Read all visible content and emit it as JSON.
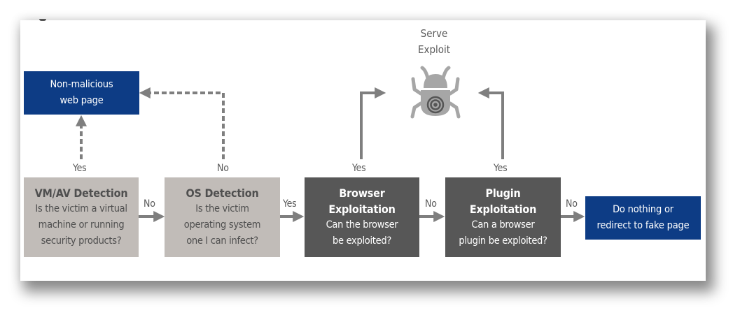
{
  "diagram": {
    "nodes": {
      "non_malicious": {
        "text": [
          "Non-malicious",
          "web page"
        ]
      },
      "vm_av": {
        "title": "VM/AV Detection",
        "question": [
          "Is the victim a virtual",
          "machine or running",
          "security products?"
        ]
      },
      "os": {
        "title": "OS Detection",
        "question": [
          "Is the victim",
          "operating system",
          "one I can infect?"
        ]
      },
      "browser": {
        "title": [
          "Browser",
          "Exploitation"
        ],
        "question": [
          "Can the browser",
          "be exploited?"
        ]
      },
      "plugin": {
        "title": [
          "Plugin",
          "Exploitation"
        ],
        "question": [
          "Can a browser",
          "plugin be exploited?"
        ]
      },
      "do_nothing": {
        "text": [
          "Do nothing or",
          "redirect to fake page"
        ]
      },
      "serve_exploit": {
        "text": [
          "Serve",
          "Exploit"
        ],
        "icon": "bug-target-icon"
      }
    },
    "edges": {
      "vm_yes": "Yes",
      "vm_no": "No",
      "os_no": "No",
      "os_yes": "Yes",
      "browser_yes": "Yes",
      "browser_no": "No",
      "plugin_yes": "Yes",
      "plugin_no": "No"
    },
    "colors": {
      "detection_box": "#c1bcb8",
      "exploitation_box": "#575757",
      "outcome_box": "#0d3c85",
      "arrow": "#7f7f7f",
      "bug_icon": "#a6a6a6"
    }
  }
}
